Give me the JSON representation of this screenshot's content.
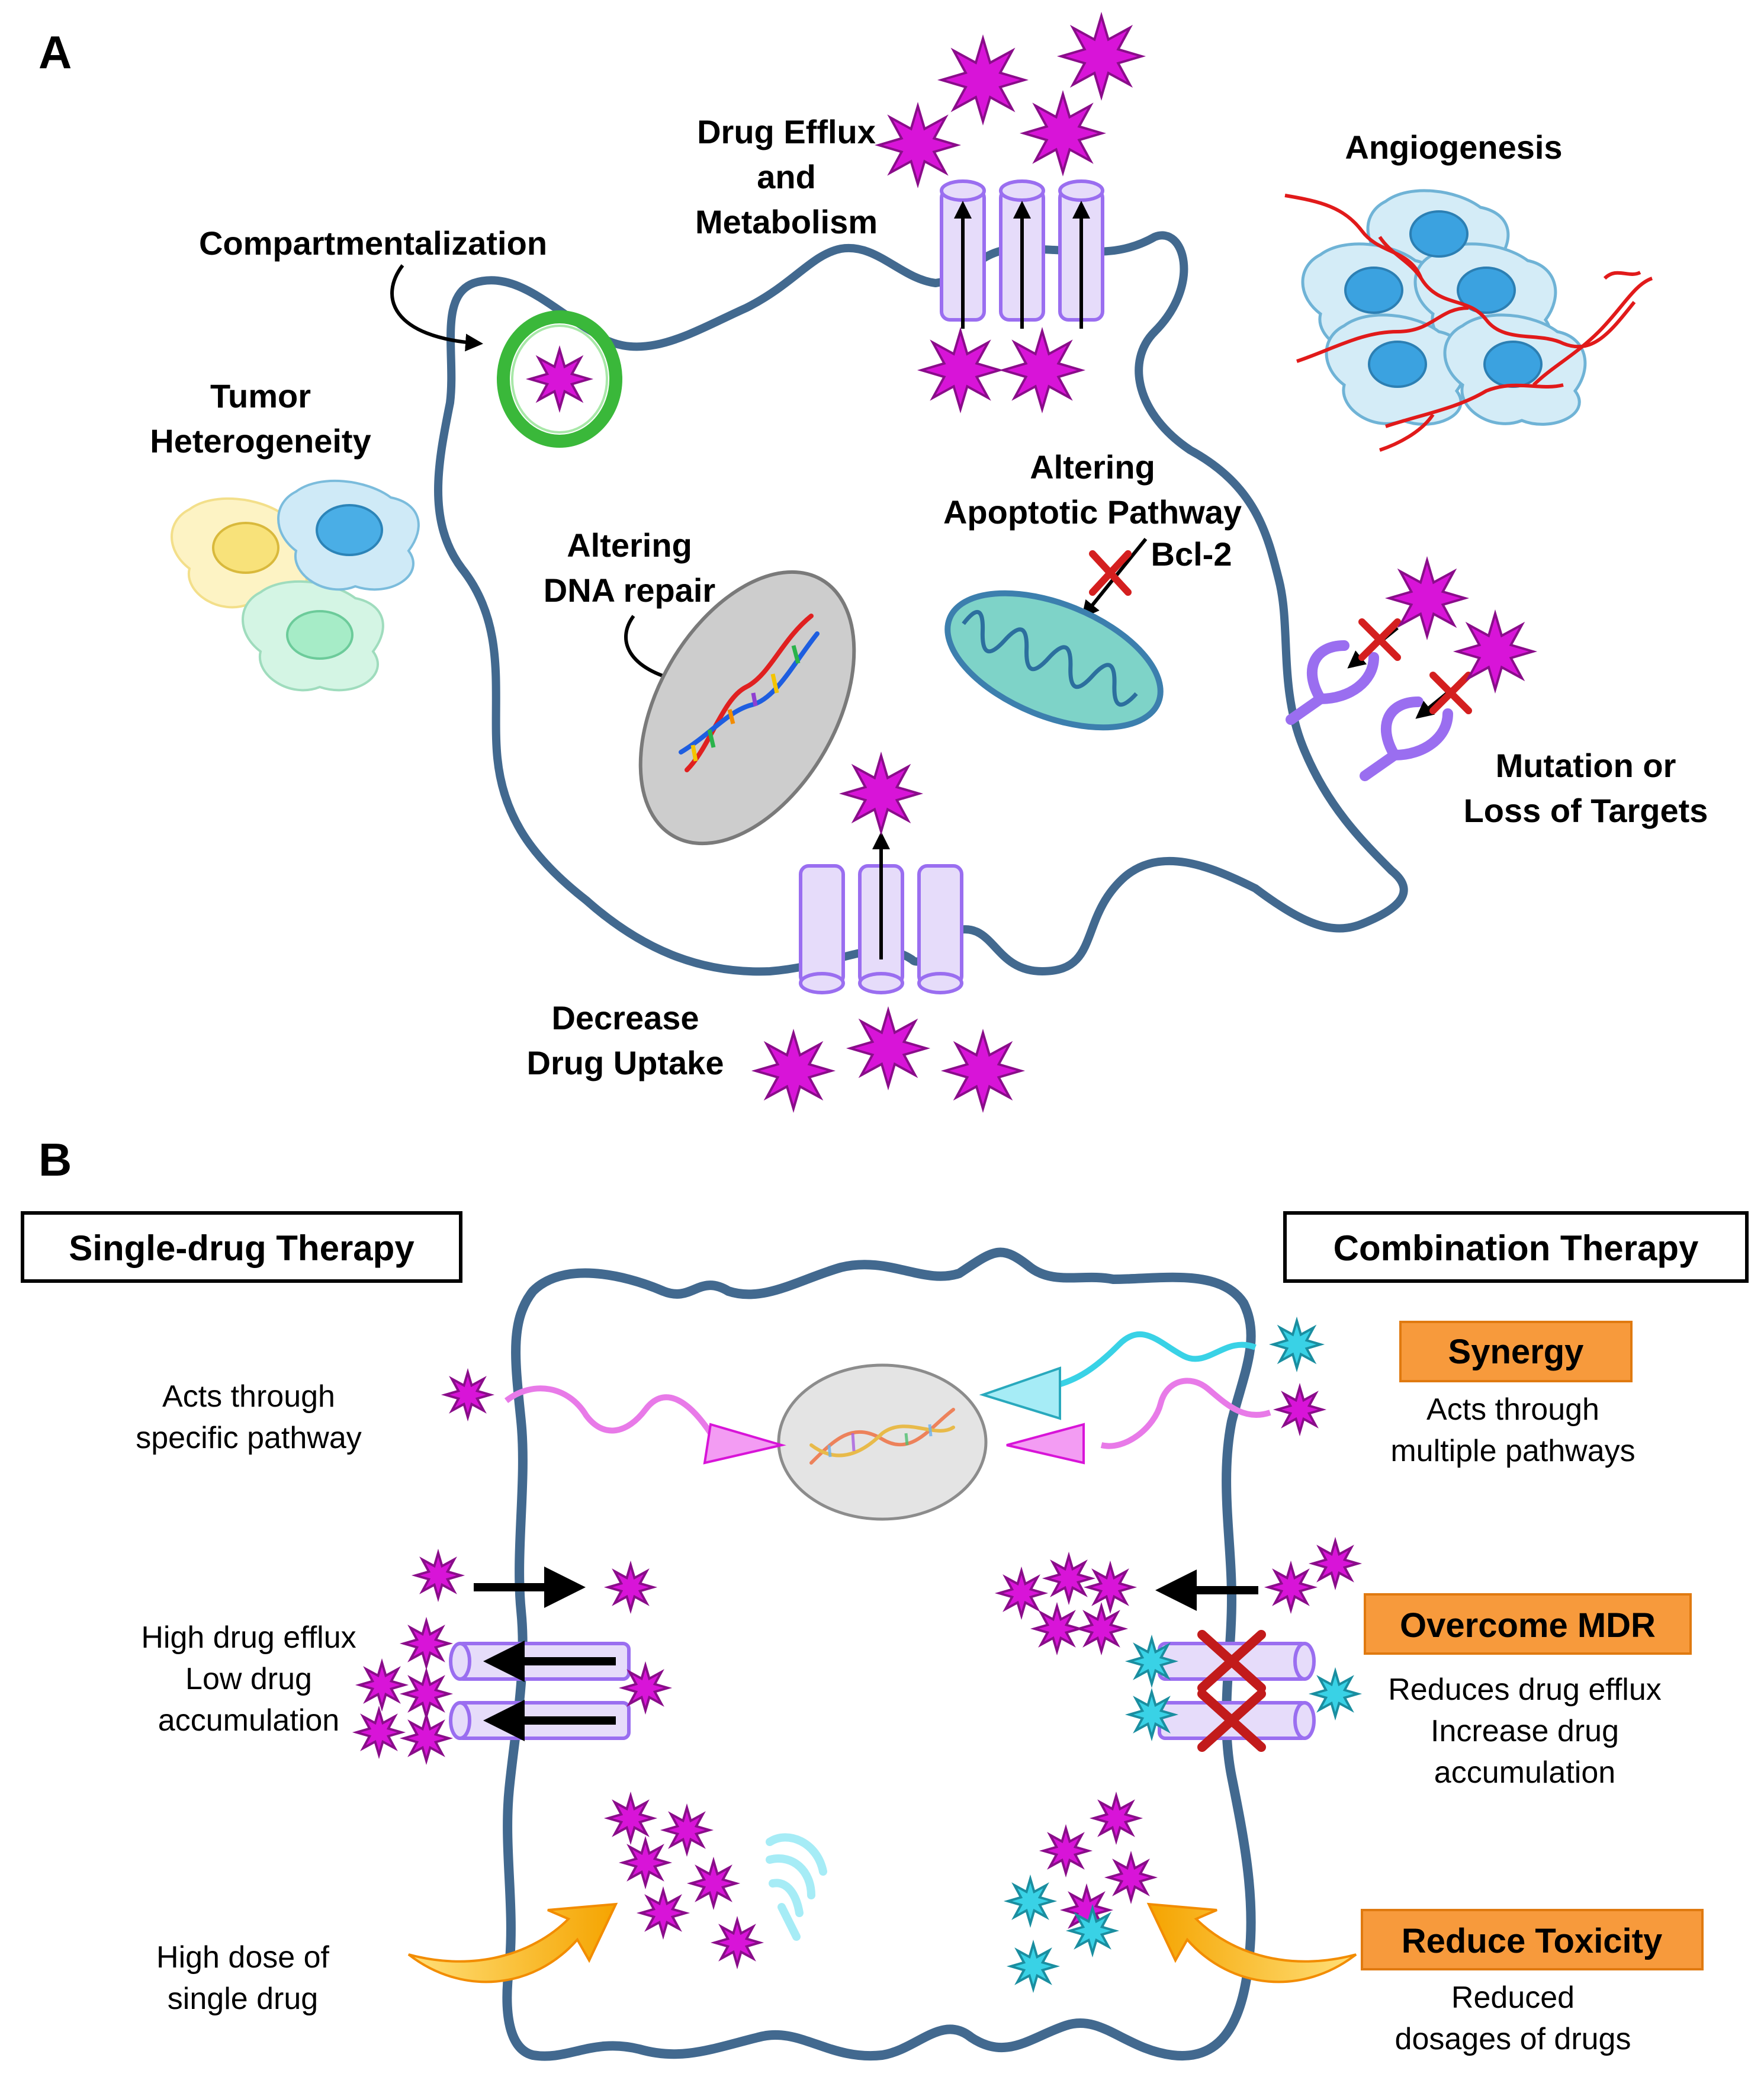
{
  "panel_a": {
    "letter": "A",
    "labels": {
      "drug_efflux": [
        "Drug Efflux",
        "and",
        "Metabolism"
      ],
      "angiogenesis": "Angiogenesis",
      "compartmentalization": "Compartmentalization",
      "tumor_heterogeneity": [
        "Tumor",
        "Heterogeneity"
      ],
      "apoptotic": [
        "Altering",
        "Apoptotic Pathway"
      ],
      "bcl2": "Bcl-2",
      "dna_repair": [
        "Altering",
        "DNA repair"
      ],
      "mutation": [
        "Mutation or",
        "Loss of Targets"
      ],
      "uptake": [
        "Decrease",
        "Drug Uptake"
      ]
    }
  },
  "panel_b": {
    "letter": "B",
    "single_title": "Single-drug Therapy",
    "combo_title": "Combination Therapy",
    "left_notes": {
      "pathway": [
        "Acts through",
        "specific pathway"
      ],
      "efflux": [
        "High drug efflux",
        "Low drug",
        "accumulation"
      ],
      "dose": [
        "High dose of",
        "single drug"
      ]
    },
    "right_tags": {
      "synergy": "Synergy",
      "mdr": "Overcome MDR",
      "toxicity": "Reduce Toxicity"
    },
    "right_notes": {
      "synergy": [
        "Acts through",
        "multiple pathways"
      ],
      "mdr": [
        "Reduces drug efflux",
        "Increase drug",
        "accumulation"
      ],
      "toxicity": [
        "Reduced",
        "dosages of drugs"
      ]
    }
  },
  "colors": {
    "membrane": "#42698f",
    "drug": "#d814d8",
    "drug2": "#39d2e6",
    "channel_fill": "#e6dcfa",
    "channel_stroke": "#9a6ef0",
    "vesicle": "#3ab83a",
    "tag_fill": "#f79a3c",
    "arrow_orange": "#f5a400",
    "x_red": "#d41f1f",
    "vessel": "#e11a1a"
  }
}
